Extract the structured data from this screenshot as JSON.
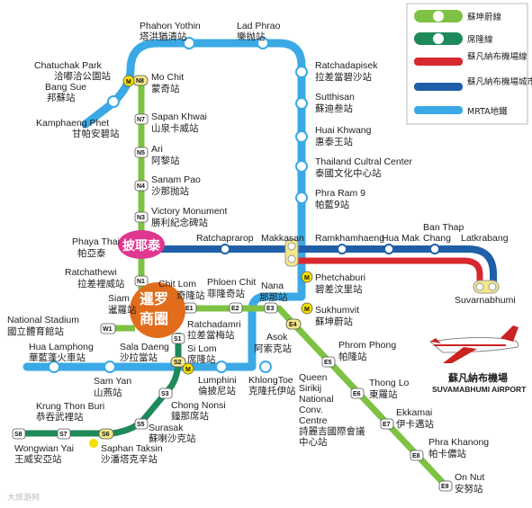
{
  "colors": {
    "sukhumvit_line": "#7dc242",
    "silom_line": "#1e8a5a",
    "airport_express": "#d7282f",
    "airport_city": "#1f5fa8",
    "mrt": "#3aa9e6",
    "hub_siam": "#e06c1c",
    "hub_phayathai": "#e0378f"
  },
  "legend": {
    "sukhumvit": "蘇坤蔚線",
    "silom": "席隆線",
    "airport_express": "蘇凡納布機場線",
    "airport_city": "蘇凡納布機場城市線",
    "mrt": "MRTA地鐵"
  },
  "hubs": {
    "phayathai": "披耶泰",
    "siam_line1": "暹罗",
    "siam_line2": "商圈"
  },
  "stations": {
    "phahon_en": "Phahon Yothin",
    "phahon_zh": "塔洪猶清站",
    "ladphrao_en": "Lad Phrao",
    "ladphrao_zh": "樂抛站",
    "chatuchak_en": "Chatuchak Park",
    "chatuchak_zh": "洽嘟洽公園站",
    "bangsue_en": "Bang Sue",
    "bangsue_zh": "邦蘇站",
    "kamphaeng_en": "Kamphaeng Phet",
    "kamphaeng_zh": "甘帕安碧站",
    "mochit_en": "Mo Chit",
    "mochit_zh": "蒙奇站",
    "sapankhwai_en": "Sapan Khwai",
    "sapankhwai_zh": "山泉卡威站",
    "ari_en": "Ari",
    "ari_zh": "阿黎站",
    "sanampao_en": "Sanam Pao",
    "sanampao_zh": "沙那抛站",
    "victory_en": "Victory Monument",
    "victory_zh": "勝利紀念碑站",
    "phayathai_en": "Phaya Thai",
    "phayathai_zh": "帕亞泰",
    "ratchaprarop_en": "Ratchaprarop",
    "makkasan_en": "Makkasan",
    "ramkhamhaeng_en": "Ramkhamhaeng",
    "huamak_en": "Hua Mak",
    "banthapchang_en1": "Ban Thap",
    "banthapchang_en2": "Chang",
    "latkrabang_en": "Latkrabang",
    "suvarnabhumi_en": "Suvarnabhumi",
    "ratchadapisek_en": "Ratchadapisek",
    "ratchadapisek_zh": "拉差當碧沙站",
    "sutthisan_en": "Sutthisan",
    "sutthisan_zh": "蘇迪叁站",
    "huaikhwang_en": "Huai Khwang",
    "huaikhwang_zh": "惠泰王站",
    "thailandcc_en": "Thailand Cultral Center",
    "thailandcc_zh": "泰國文化中心站",
    "phraram9_en": "Phra Ram 9",
    "phraram9_zh": "帕藍9站",
    "phetchaburi_en": "Phetchaburi",
    "phetchaburi_zh": "碧差汶里站",
    "sukhumvit_en": "Sukhumvit",
    "sukhumvit_zh": "蘇坤蔚站",
    "ratchathewi_en": "Ratchathewi",
    "ratchathewi_zh": "拉差裡威站",
    "siam_en": "Siam",
    "siam_zh": "暹羅站",
    "nationalstadium_en": "National Stadium",
    "nationalstadium_zh": "國立體育館站",
    "chitlom_en": "Chit Lom",
    "chitlom_zh": "奇隆站",
    "phloenchit_en": "Phloen Chit",
    "phloenchit_zh": "菲隆奇站",
    "nana_en": "Nana",
    "nana_zh": "那那站",
    "ratchadamri_en": "Ratchadamri",
    "ratchadamri_zh": "拉差當梅站",
    "asok_en": "Asok",
    "asok_zh": "阿索克站",
    "phromphong_en": "Phrom Phong",
    "phromphong_zh": "帕隆站",
    "hualamphong_en": "Hua Lamphong",
    "hualamphong_zh": "華藍蓬火車站",
    "saladaeng_en": "Sala Daeng",
    "saladaeng_zh": "沙拉當站",
    "silom_en": "Si Lom",
    "silom_zh": "席隆站",
    "samyan_en": "Sam Yan",
    "samyan_zh": "山燕站",
    "lumphini_en": "Lumphini",
    "lumphini_zh": "倫披尼站",
    "khlongtoei_en": "KhlongToe",
    "khlongtoei_zh": "克隆托伊站",
    "qsncc_en1": "Queen",
    "qsncc_en2": "Sirikij",
    "qsncc_en3": "National",
    "qsncc_en4": "Conv.",
    "qsncc_en5": "Centre",
    "qsncc_zh1": "詩麗吉國際會議",
    "qsncc_zh2": "中心站",
    "thonglo_en": "Thong Lo",
    "thonglo_zh": "東羅站",
    "ekkamai_en": "Ekkamai",
    "ekkamai_zh": "伊卡邁站",
    "chongnonsi_en": "Chong Nonsi",
    "chongnonsi_zh": "鐘那席站",
    "surasak_en": "Surasak",
    "surasak_zh": "蘇喇沙克站",
    "krungthonburi_en": "Krung Thon Buri",
    "krungthonburi_zh": "恭吞武裡站",
    "wongwianyai_en": "Wongwian Yai",
    "wongwianyai_zh": "王威安亞站",
    "saphantaksin_en": "Saphan Taksin",
    "saphantaksin_zh": "沙潘塔克辛站",
    "phrakhanong_en": "Phra Khanong",
    "phrakhanong_zh": "帕卡儂站",
    "onnut_en": "On Nut",
    "onnut_zh": "安努站"
  },
  "codes": {
    "N8": "N8",
    "N7": "N7",
    "N5": "N5",
    "N4": "N4",
    "N3": "N3",
    "N1": "N1",
    "W1": "W1",
    "E1": "E1",
    "E2": "E2",
    "E3": "E3",
    "E4": "E4",
    "E5": "E5",
    "E6": "E6",
    "E7": "E7",
    "E8": "E8",
    "E9": "E9",
    "S1": "S1",
    "S2": "S2",
    "S3": "S3",
    "S5": "S5",
    "S6": "S6",
    "S7": "S7",
    "S8": "S8",
    "M": "M"
  },
  "airport": {
    "title": "蘇凡納布機場",
    "subtitle": "SUVAMABHUMI AIRPORT"
  },
  "watermark": "大旅游网"
}
